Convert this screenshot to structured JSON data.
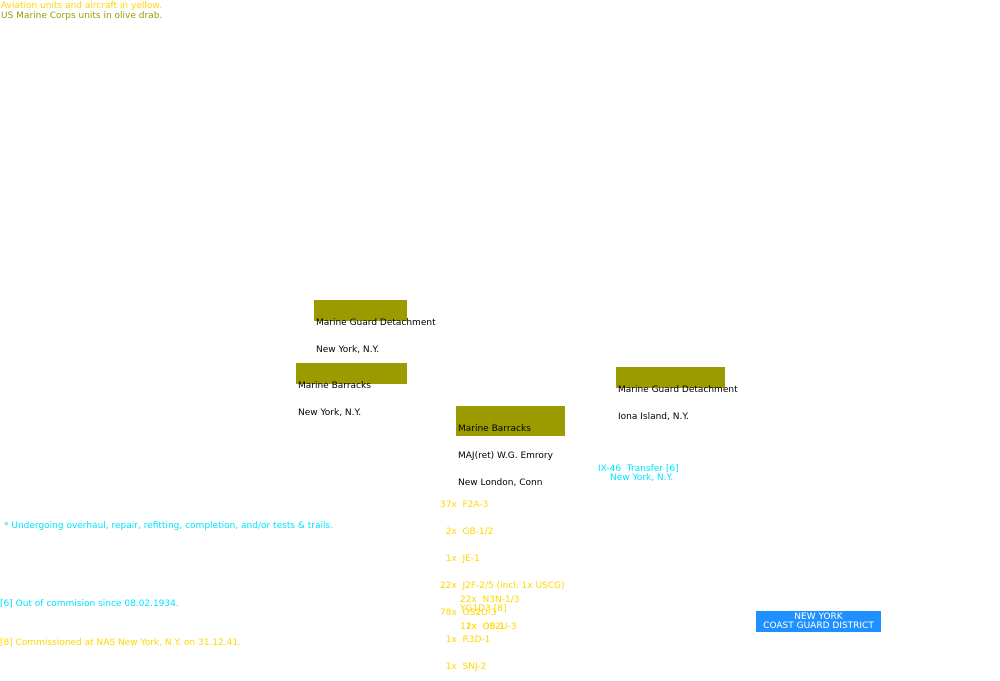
{
  "legend": {
    "aviation": "Aviation units and aircraft in yellow.",
    "usmc": "US Marine Corps units in olive drab."
  },
  "units": {
    "mgd_ny": {
      "name": "Marine Guard Detachment",
      "location": "New York, N.Y."
    },
    "mb_ny": {
      "name": "Marine Barracks",
      "location": "New York, N.Y."
    },
    "mgd_iona": {
      "name": "Marine Guard Detachment",
      "location": "Iona Island, N.Y."
    },
    "mb_nl": {
      "name": "Marine Barracks",
      "commander": "MAJ(ret) W.G. Emrory",
      "location": "New London, Conn"
    }
  },
  "transfer": {
    "name": "IX-46  Transfer [6]",
    "location": "New York, N.Y."
  },
  "aircraft_group_1": [
    "37x  F2A-3",
    "  2x  GB-1/2",
    "  1x  JE-1",
    "22x  J2F-2/5 (incl. 1x USCG)",
    "78x  OS2U-3",
    "  1x  R3D-1",
    "  1x  SNJ-2"
  ],
  "aircraft_group_2": [
    "22x  N3N-1/3",
    "  1x  GB-1"
  ],
  "aircraft_item_3": "YG1D3 [8]",
  "aircraft_item_4": "12x  OS2U-3",
  "footnotes": {
    "star": "* Undergoing overhaul, repair, refitting, completion, and/or tests & trails.",
    "six": "[6] Out of commision since 08.02.1934.",
    "eight": "[8] Commissioned at NAS New York, N.Y. on 31.12.41."
  },
  "district": {
    "line1": "NEW YORK",
    "line2": "COAST GUARD DISTRICT"
  },
  "colors": {
    "aviation": "#ffd700",
    "usmc": "#9b9b00",
    "navy_text": "#00e5ff",
    "coast_guard": "#1e90ff"
  }
}
